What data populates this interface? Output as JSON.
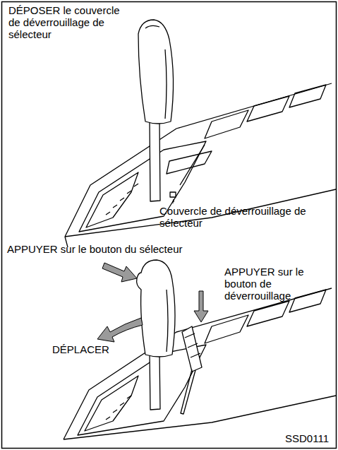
{
  "diagram": {
    "labels": [
      "DÉPOSER le couvercle de déverrouillage de sélecteur",
      "Couvercle de déverrouillage de sélecteur",
      "APPUYER sur le bouton du sélecteur",
      "APPUYER sur le bouton de déverrouillage",
      "DÉPLACER",
      "SSD0111"
    ]
  }
}
